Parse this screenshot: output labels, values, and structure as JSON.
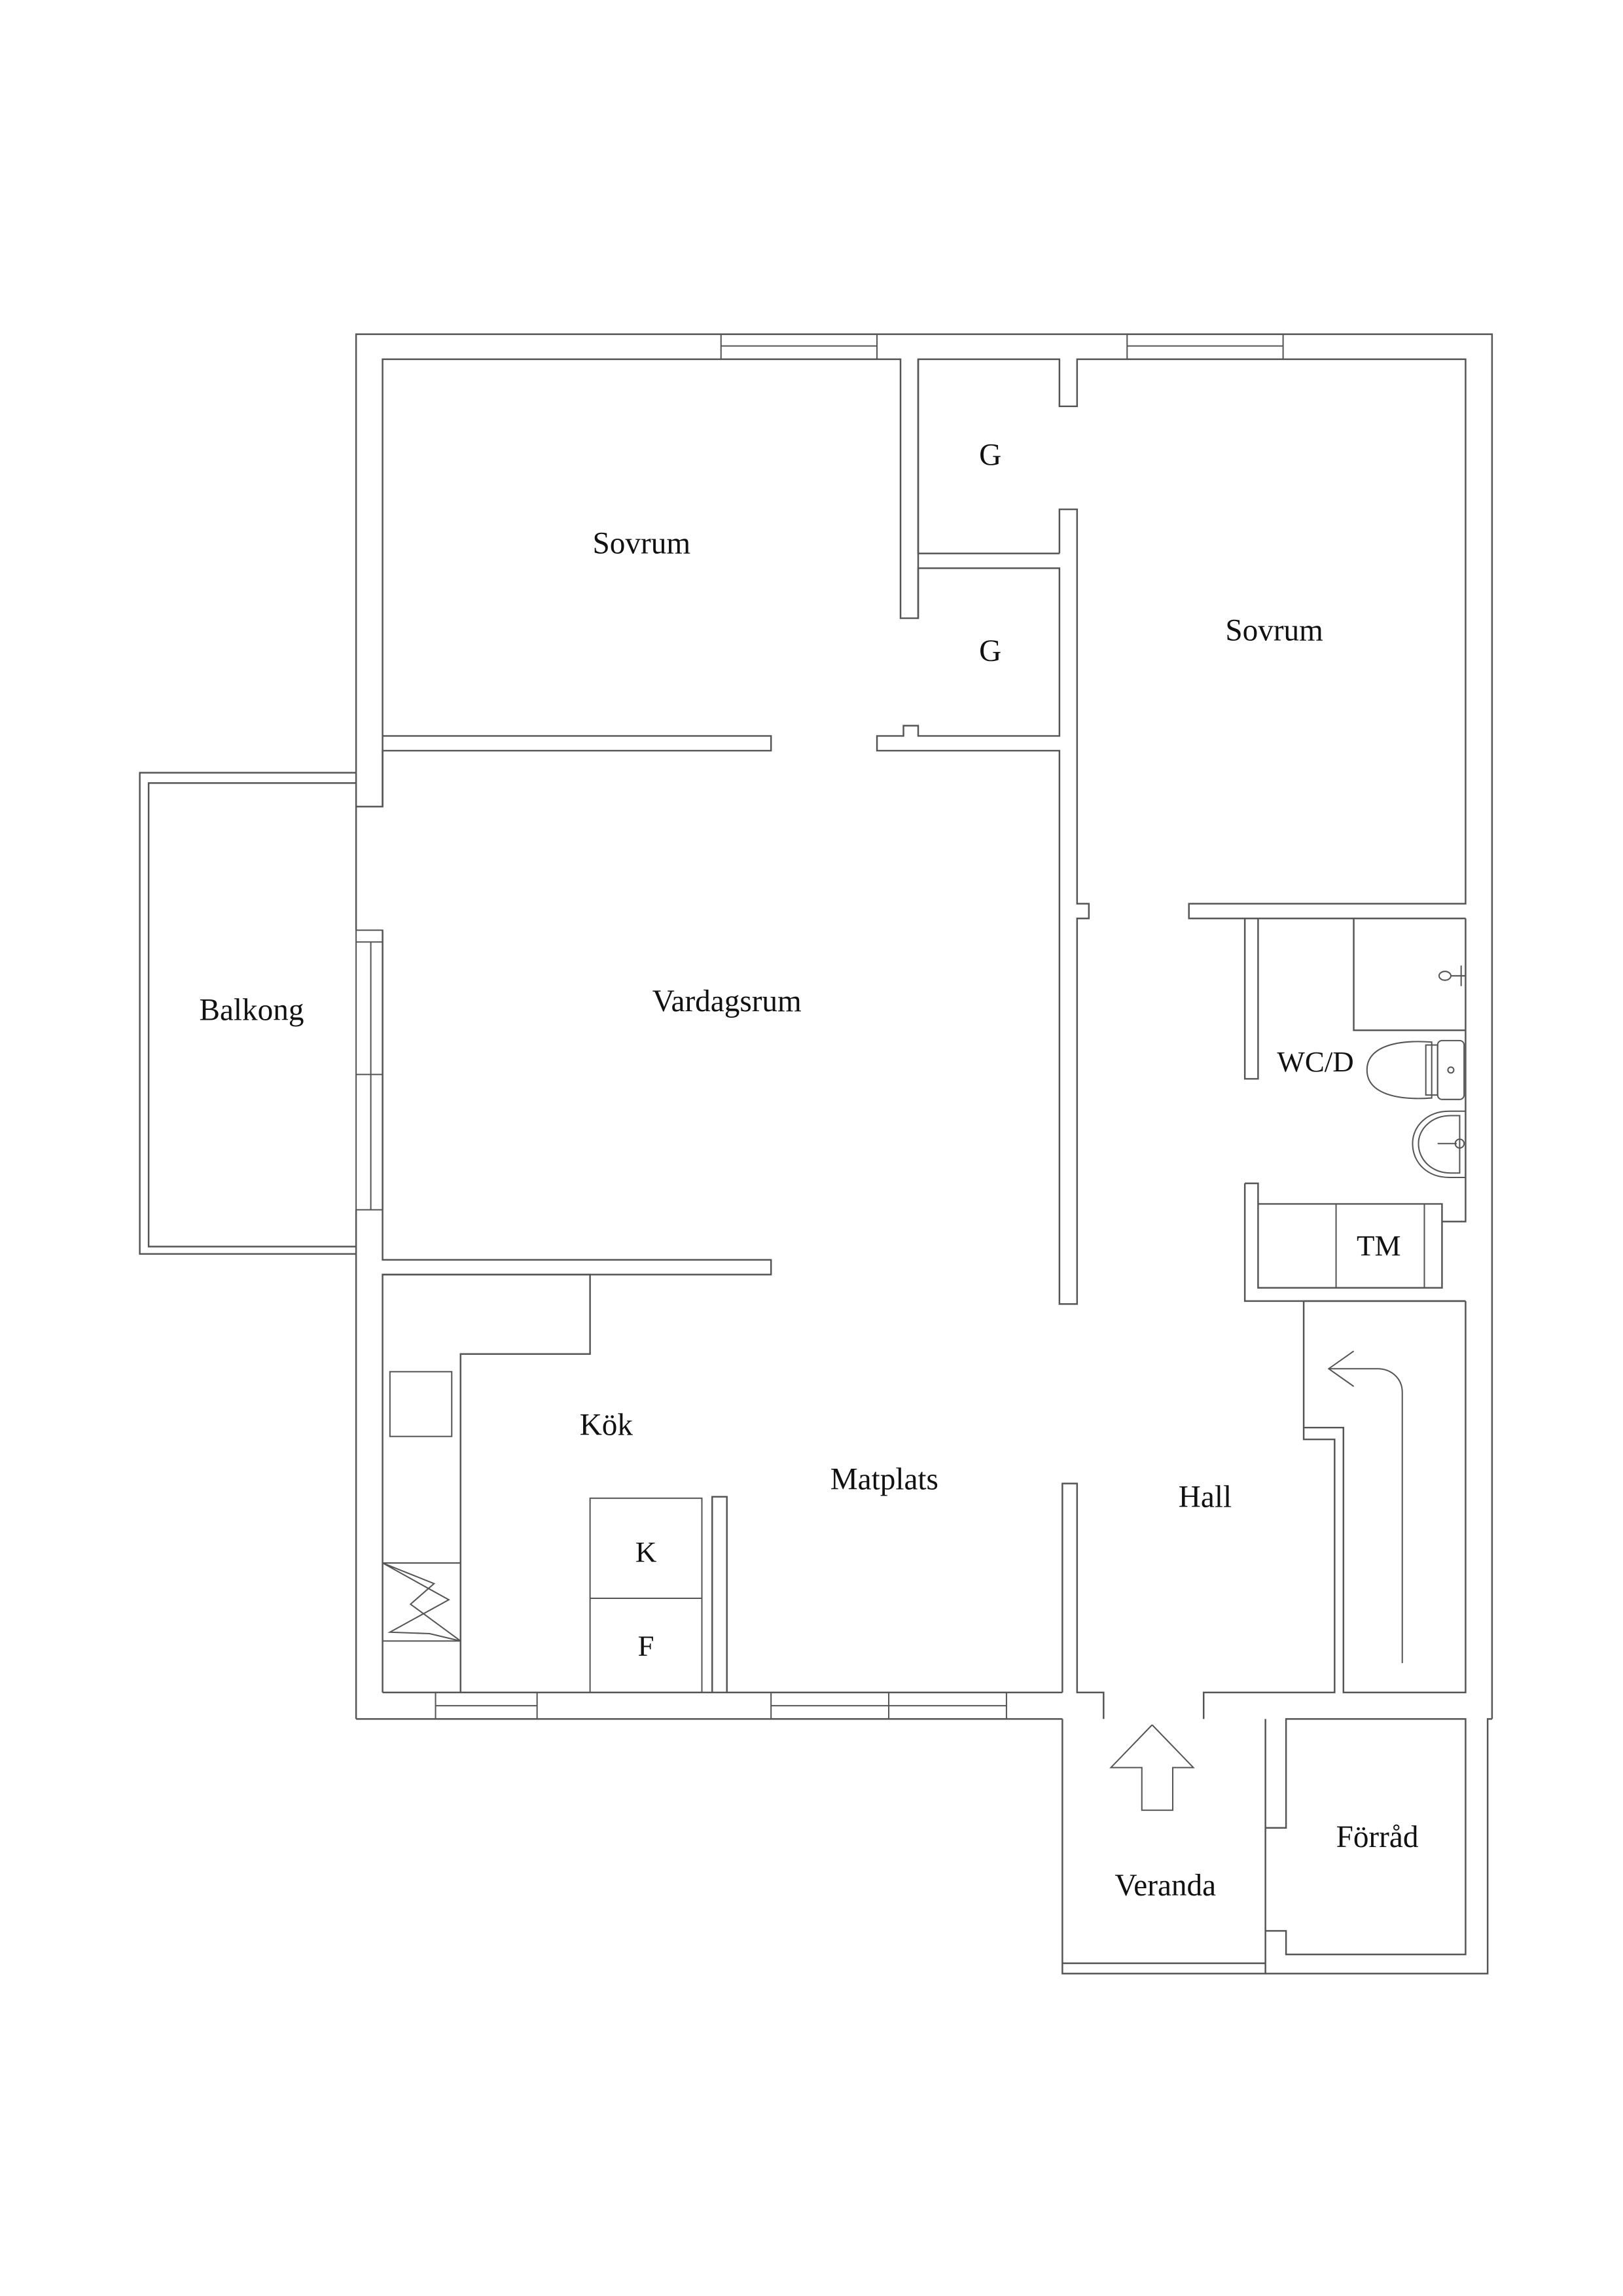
{
  "floorplan": {
    "rooms": {
      "sovrum_1": "Sovrum",
      "sovrum_2": "Sovrum",
      "garderob_1": "G",
      "garderob_2": "G",
      "vardagsrum": "Vardagsrum",
      "balkong": "Balkong",
      "wc_d": "WC/D",
      "tm": "TM",
      "kok": "Kök",
      "matplats": "Matplats",
      "hall": "Hall",
      "kyl": "K",
      "frys": "F",
      "veranda": "Veranda",
      "forrad": "Förråd"
    },
    "icons": {
      "entrance_arrow": "entrance-arrow-icon",
      "stair_arrow": "stair-direction-arrow-icon",
      "toilet": "toilet-icon",
      "sink": "sink-icon",
      "shower": "shower-icon",
      "stove": "stove-icon",
      "chimney": "chimney-icon"
    },
    "colors": {
      "wall_stroke": "#555555",
      "text": "#111111",
      "background": "#ffffff"
    }
  }
}
